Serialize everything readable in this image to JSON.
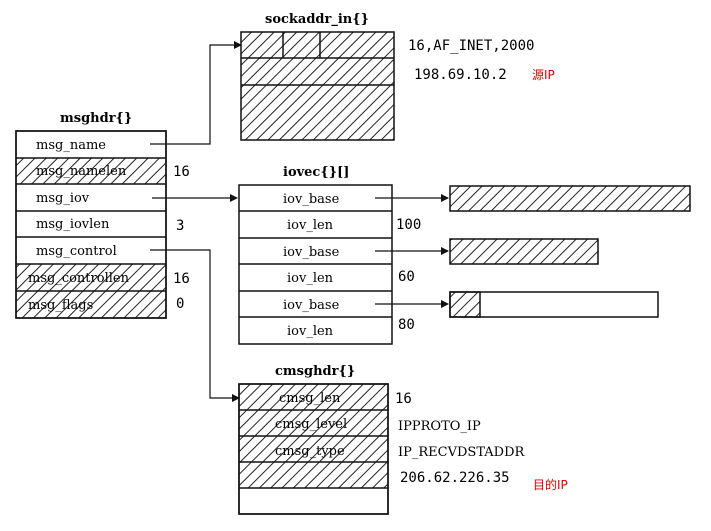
{
  "sockaddr": {
    "title": "sockaddr_in{}",
    "line1": "16,AF_INET,2000",
    "ip": "198.69.10.2",
    "ip_note": "源IP"
  },
  "msghdr": {
    "title": "msghdr{}",
    "fields": [
      "msg_name",
      "msg_namelen",
      "msg_iov",
      "msg_iovlen",
      "msg_control",
      "msg_controllen",
      "msg_flags"
    ],
    "values": {
      "namelen": "16",
      "iovlen": "3",
      "controllen": "16",
      "flags": "0"
    }
  },
  "iovec": {
    "title": "iovec{}[]",
    "fields": [
      "iov_base",
      "iov_len",
      "iov_base",
      "iov_len",
      "iov_base",
      "iov_len"
    ],
    "lens": [
      "100",
      "60",
      "80"
    ]
  },
  "cmsghdr": {
    "title": "cmsghdr{}",
    "fields": [
      "cmsg_len",
      "cmsg_level",
      "cmsg_type"
    ],
    "values": [
      "16",
      "IPPROTO_IP",
      "IP_RECVDSTADDR"
    ],
    "ip": "206.62.226.35",
    "ip_note": "目的IP"
  },
  "colors": {
    "note": "#e00000",
    "line": "#111111"
  }
}
